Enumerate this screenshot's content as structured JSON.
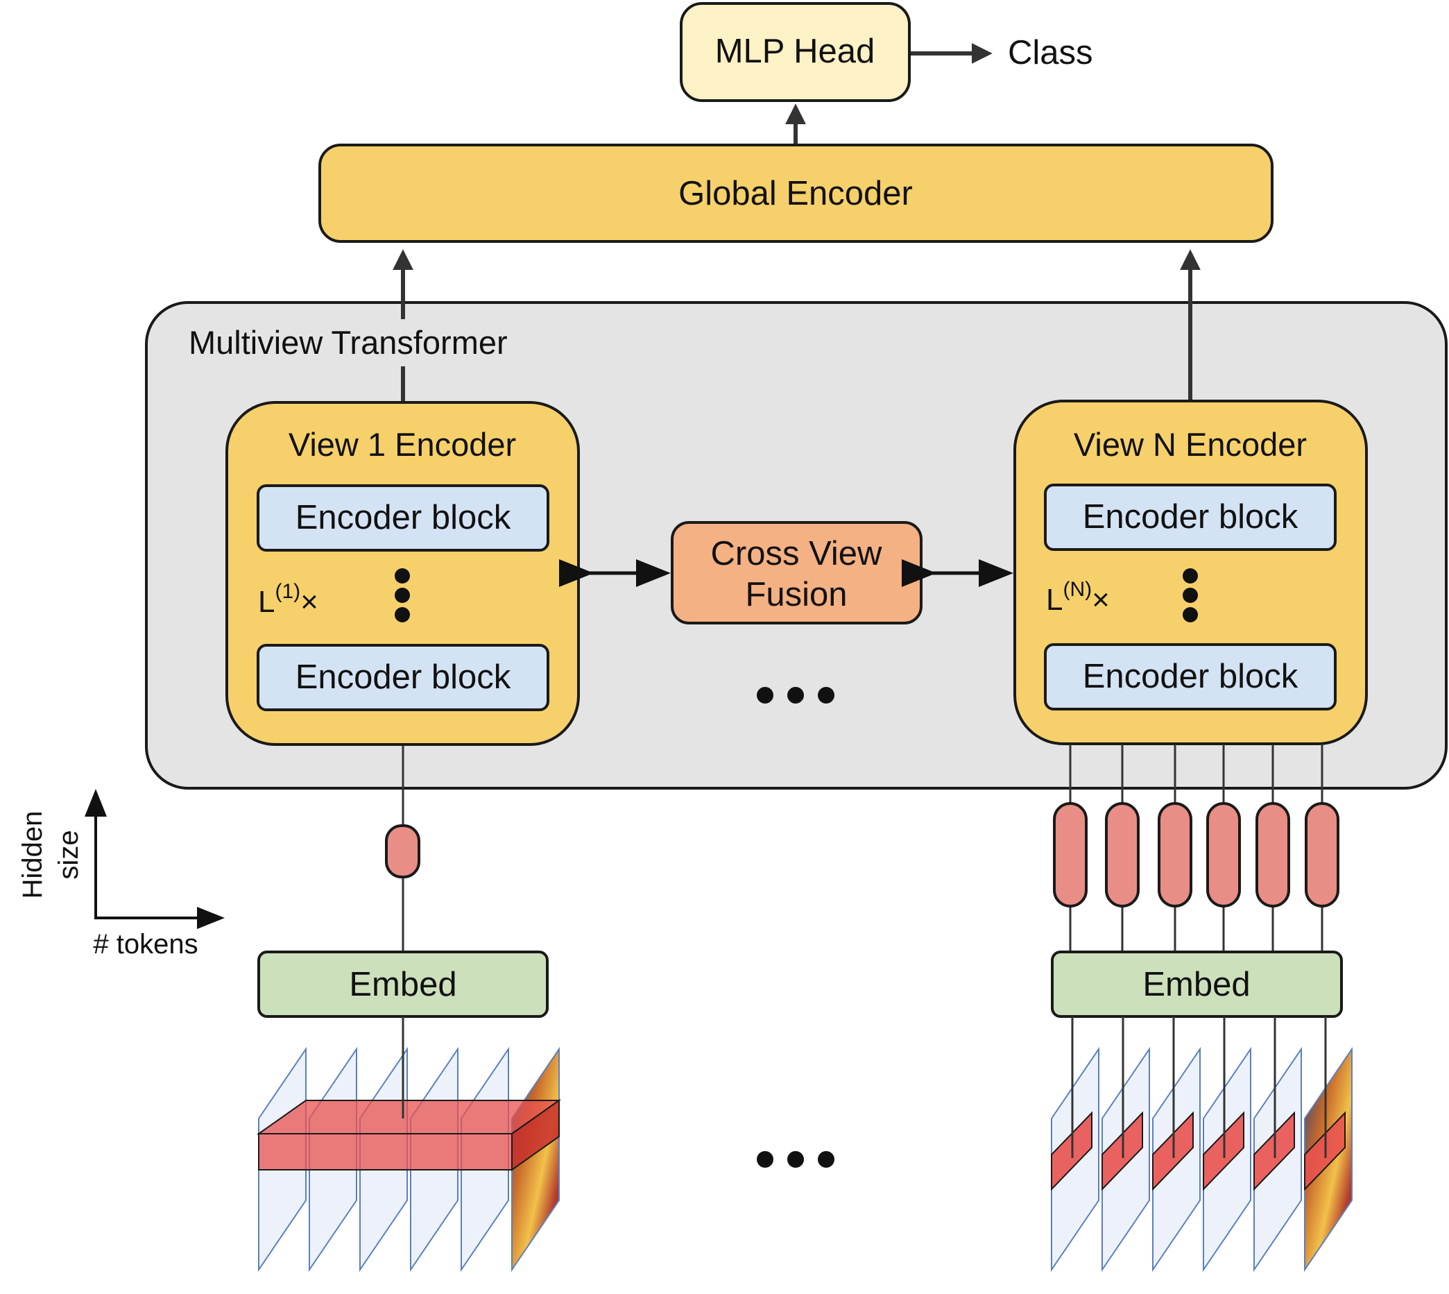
{
  "colors": {
    "mlp_head": "#fdf1c6",
    "global_encoder": "#f6d06a",
    "view_encoder": "#f6d06a",
    "encoder_block": "#d3e3f4",
    "cross_view_fusion": "#f4b183",
    "multiview_panel": "#e4e4e4",
    "embed": "#cde0bc",
    "token": "#e88e86",
    "patch_band": "#e8524f",
    "frame_edge": "#5b7fbf",
    "stroke": "#1a1a1a",
    "arrow": "#333333"
  },
  "top": {
    "mlp_head": "MLP Head",
    "class_label": "Class",
    "global_encoder": "Global Encoder"
  },
  "multiview": {
    "title": "Multiview Transformer",
    "view1": {
      "title": "View 1 Encoder",
      "block_top": "Encoder block",
      "block_bottom": "Encoder block",
      "repeat_base": "L",
      "repeat_sup": "(1)",
      "repeat_times": "×"
    },
    "viewN": {
      "title": "View N Encoder",
      "block_top": "Encoder block",
      "block_bottom": "Encoder block",
      "repeat_base": "L",
      "repeat_sup": "(N)",
      "repeat_times": "×"
    },
    "fusion_line1": "Cross View",
    "fusion_line2": "Fusion"
  },
  "axis": {
    "y_line1": "Hidden",
    "y_line2": "size",
    "x_label": "# tokens"
  },
  "embed": {
    "left": "Embed",
    "right": "Embed"
  },
  "ellipsis_icon": "horizontal-ellipsis",
  "view1_token_count": 1,
  "viewN_token_count": 6,
  "frames_per_view": 6
}
